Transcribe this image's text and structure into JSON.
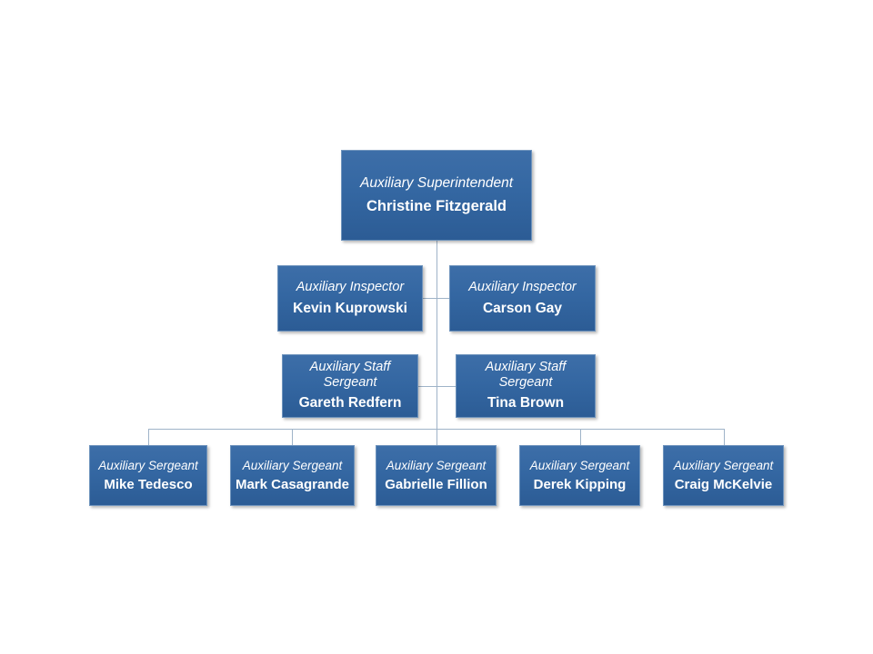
{
  "chart_type": "org-chart",
  "background_color": "#ffffff",
  "box_color": "#31619c",
  "box_border_color": "#6f94bd",
  "connector_color": "#9fb3c8",
  "text_color": "#ffffff",
  "levels": {
    "level1": {
      "nodes": [
        {
          "title": "Auxiliary Superintendent",
          "name": "Christine Fitzgerald"
        }
      ]
    },
    "level2": {
      "nodes": [
        {
          "title": "Auxiliary Inspector",
          "name": "Kevin Kuprowski"
        },
        {
          "title": "Auxiliary Inspector",
          "name": "Carson Gay"
        }
      ]
    },
    "level3": {
      "nodes": [
        {
          "title": "Auxiliary Staff Sergeant",
          "name": "Gareth Redfern"
        },
        {
          "title": "Auxiliary Staff Sergeant",
          "name": "Tina Brown"
        }
      ]
    },
    "level4": {
      "nodes": [
        {
          "title": "Auxiliary Sergeant",
          "name": "Mike Tedesco"
        },
        {
          "title": "Auxiliary Sergeant",
          "name": "Mark Casagrande"
        },
        {
          "title": "Auxiliary Sergeant",
          "name": "Gabrielle Fillion"
        },
        {
          "title": "Auxiliary Sergeant",
          "name": "Derek Kipping"
        },
        {
          "title": "Auxiliary Sergeant",
          "name": "Craig McKelvie"
        }
      ]
    }
  }
}
